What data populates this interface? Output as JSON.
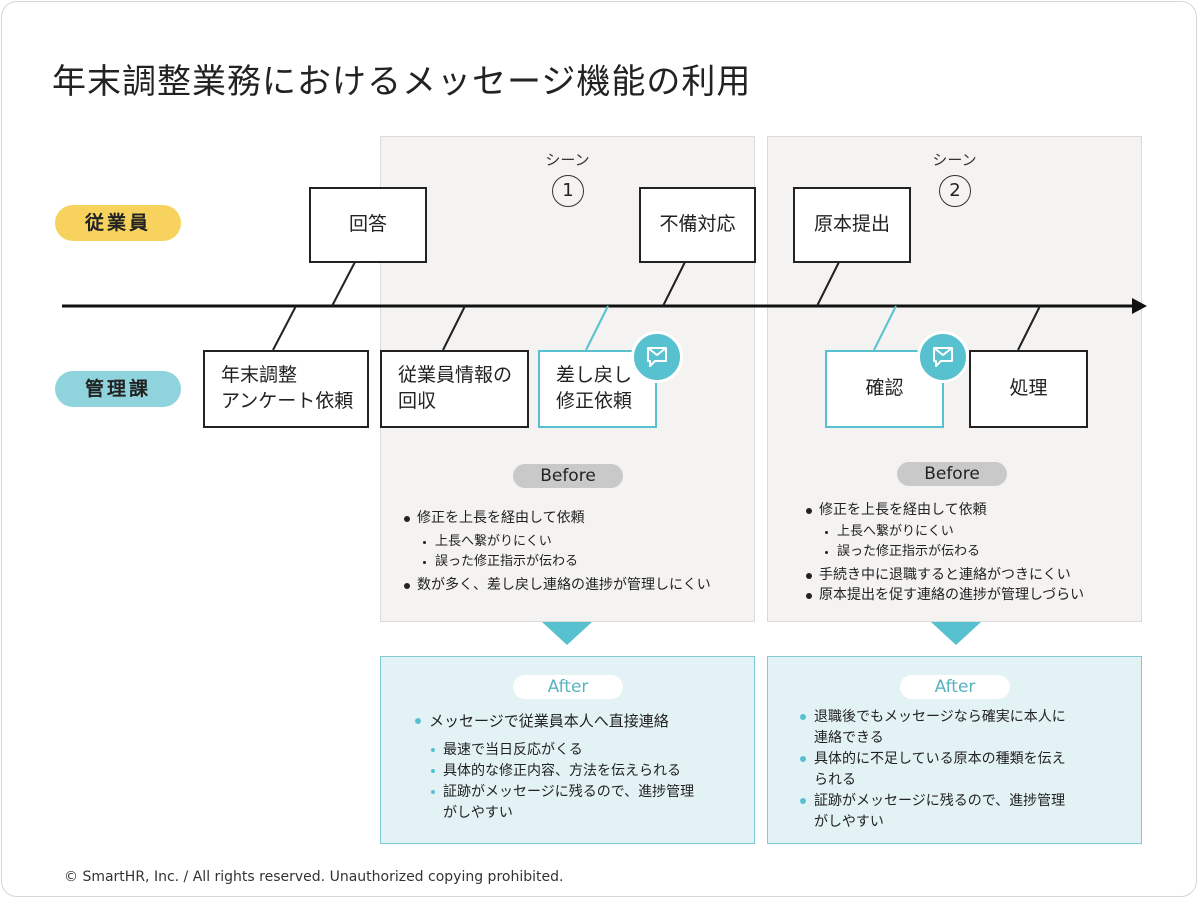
{
  "title": "年末調整業務におけるメッセージ機能の利用",
  "roles": {
    "employee": "従業員",
    "admin": "管理課"
  },
  "colors": {
    "employee": "#f7d35e",
    "admin": "#8fd4dc",
    "accent": "#57c1cf"
  },
  "scenes": [
    {
      "label": "シーン",
      "number": "1",
      "before_label": "Before",
      "before_items": [
        {
          "level": "main",
          "text": "修正を上長を経由して依頼"
        },
        {
          "level": "sub",
          "text": "上長へ繋がりにくい"
        },
        {
          "level": "sub",
          "text": "誤った修正指示が伝わる"
        },
        {
          "level": "main",
          "text": "数が多く、差し戻し連絡の進捗が管理しにくい"
        }
      ],
      "after_label": "After",
      "after_items": [
        {
          "level": "main",
          "text": "メッセージで従業員本人へ直接連絡"
        },
        {
          "level": "sub",
          "text": "最速で当日反応がくる"
        },
        {
          "level": "sub",
          "text": "具体的な修正内容、方法を伝えられる"
        },
        {
          "level": "sub",
          "text": "証跡がメッセージに残るので、進捗管理\nがしやすい"
        }
      ]
    },
    {
      "label": "シーン",
      "number": "2",
      "before_label": "Before",
      "before_items": [
        {
          "level": "main",
          "text": "修正を上長を経由して依頼"
        },
        {
          "level": "sub",
          "text": "上長へ繋がりにくい"
        },
        {
          "level": "sub",
          "text": "誤った修正指示が伝わる"
        },
        {
          "level": "main",
          "text": "手続き中に退職すると連絡がつきにくい"
        },
        {
          "level": "main",
          "text": "原本提出を促す連絡の進捗が管理しづらい"
        }
      ],
      "after_label": "After",
      "after_items": [
        {
          "level": "main",
          "text": "退職後でもメッセージなら確実に本人に\n連絡できる"
        },
        {
          "level": "main",
          "text": "具体的に不足している原本の種類を伝え\nられる"
        },
        {
          "level": "main",
          "text": "証跡がメッセージに残るので、進捗管理\nがしやすい"
        }
      ]
    }
  ],
  "steps": {
    "survey_request": "年末調整\nアンケート依頼",
    "answer": "回答",
    "collect_info": "従業員情報の\n回収",
    "return_request": "差し戻し\n修正依頼",
    "fix_response": "不備対応",
    "submit_original": "原本提出",
    "confirm": "確認",
    "process": "処理"
  },
  "icons": {
    "message": "message-icon"
  },
  "footer": "© SmartHR, Inc. / All rights reserved. Unauthorized copying prohibited."
}
